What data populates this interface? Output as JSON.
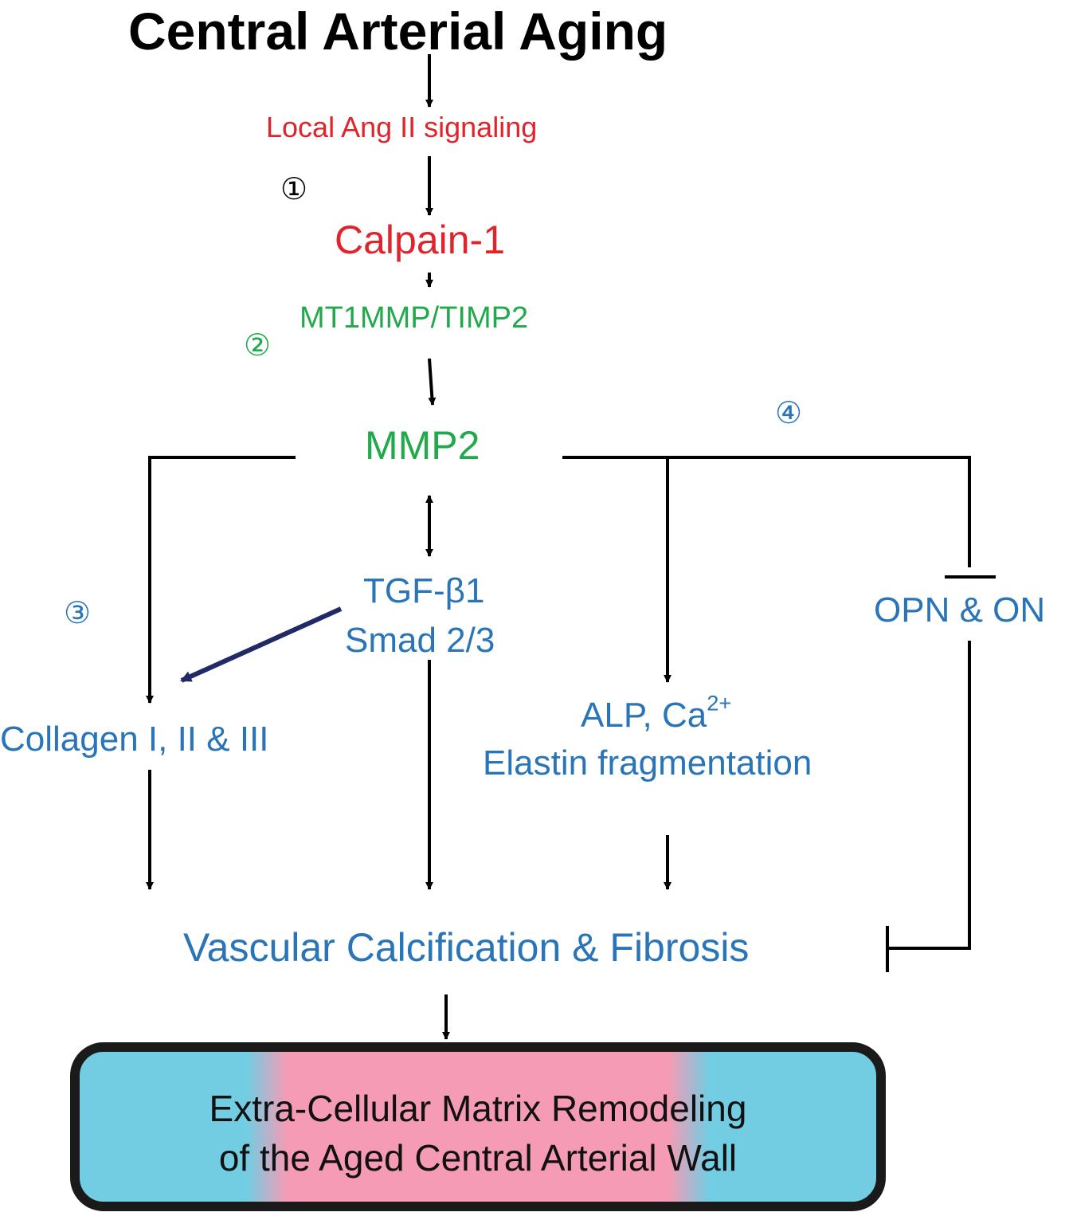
{
  "title": "Central Arterial Aging",
  "nodes": {
    "ang2": "Local Ang II signaling",
    "calpain": "Calpain-1",
    "mt1mmp": "MT1MMP/TIMP2",
    "mmp2": "MMP2",
    "tgf": "TGF-β1",
    "smad": "Smad 2/3",
    "collagen": "Collagen I, II & III",
    "alp_prefix": "ALP, Ca",
    "alp_sup": "2+",
    "elastin": "Elastin fragmentation",
    "opn": "OPN & ON",
    "vascular": "Vascular Calcification & Fibrosis"
  },
  "steps": {
    "one": "①",
    "two": "②",
    "three": "③",
    "four": "④"
  },
  "final_box": {
    "line1": "Extra-Cellular Matrix Remodeling",
    "line2": "of the Aged Central Arterial Wall"
  },
  "colors": {
    "red": "#e0242c",
    "green": "#22a94b",
    "blue": "#2a74b8",
    "navy_arrow": "#1f2a66",
    "box_cyan": "#72cde2",
    "box_pink": "#f59bb5",
    "box_border": "#1a1a1a"
  }
}
